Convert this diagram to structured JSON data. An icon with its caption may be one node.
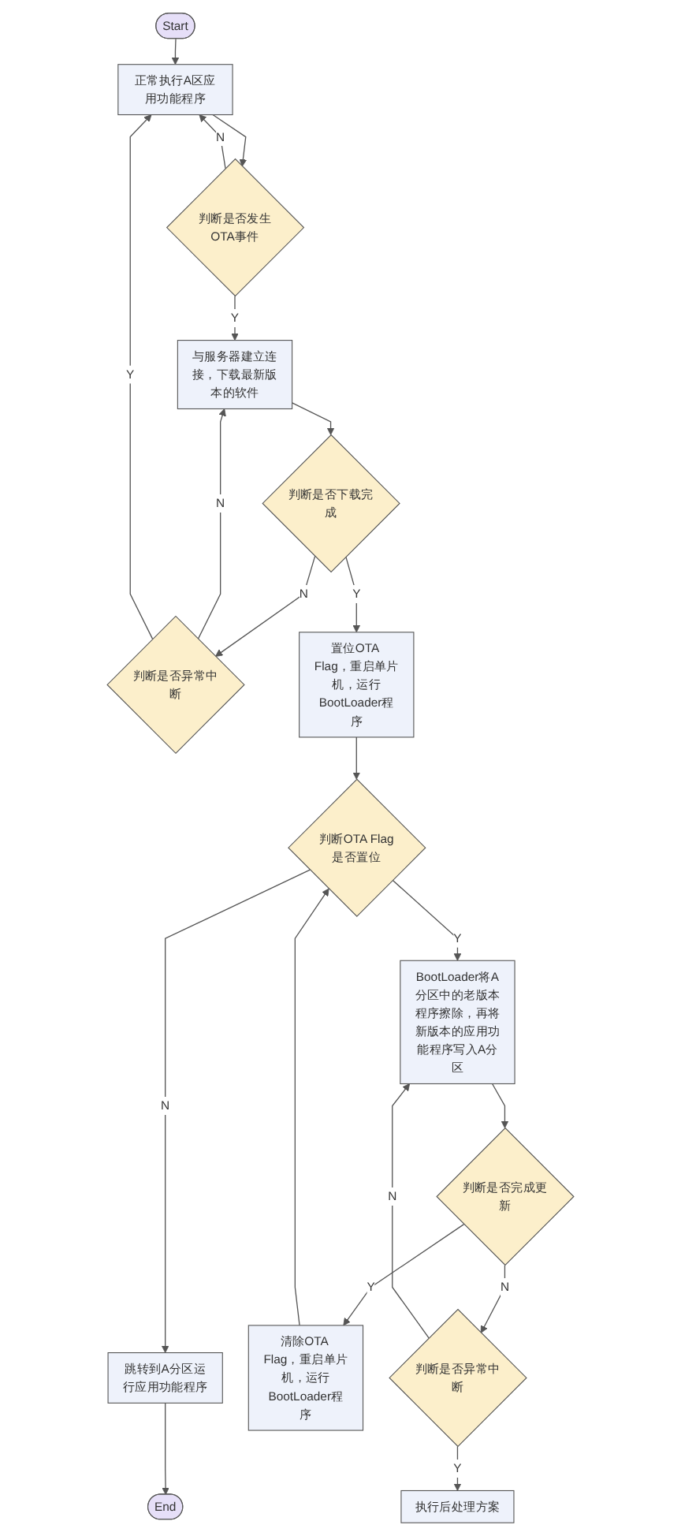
{
  "diagram": {
    "nodes": [
      {
        "text": [
          "Start"
        ]
      },
      {
        "text": [
          "正常执行A区应用功能程序"
        ]
      },
      {
        "text": [
          "判断是否发生OTA事件"
        ]
      },
      {
        "text": [
          "与服务器建立连接，下载最新版本的软件"
        ]
      },
      {
        "text": [
          "判断是否下载完成"
        ]
      },
      {
        "text": [
          "判断是否异常中断"
        ]
      },
      {
        "text": [
          "置位OTA Flag，重启单片机，运行BootLoader程序"
        ]
      },
      {
        "text": [
          "判断OTA Flag是否置位"
        ]
      },
      {
        "text": [
          "BootLoader将A分区中的老版本程序擦除，再将新版本的应用功能程序写入A分区"
        ]
      },
      {
        "text": [
          "判断是否完成更新"
        ]
      },
      {
        "text": [
          "判断是否异常中断"
        ]
      },
      {
        "text": [
          "清除OTA Flag，重启单片机，运行BootLoader程序"
        ]
      },
      {
        "text": [
          "执行后处理方案"
        ]
      },
      {
        "text": [
          "跳转到A分区运行应用功能程序"
        ]
      },
      {
        "text": [
          "End"
        ]
      }
    ],
    "edges": [
      {
        "from": 0,
        "to": 1,
        "arrow": "to"
      },
      {
        "from": 1,
        "to": 2,
        "arrow": "to"
      },
      {
        "from": 2,
        "to": 1,
        "arrow": "to",
        "label": "N"
      },
      {
        "from": 2,
        "to": 3,
        "arrow": "to",
        "label": "Y"
      },
      {
        "from": 3,
        "to": 4,
        "arrow": "to"
      },
      {
        "from": 4,
        "to": 5,
        "arrow": "to",
        "label": "N"
      },
      {
        "from": 5,
        "to": 3,
        "arrow": "to",
        "label": "N"
      },
      {
        "from": 5,
        "to": 1,
        "arrow": "to",
        "label": "Y"
      },
      {
        "from": 4,
        "to": 6,
        "arrow": "to",
        "label": "Y"
      },
      {
        "from": 6,
        "to": 7,
        "arrow": "to"
      },
      {
        "from": 7,
        "to": 13,
        "arrow": "to",
        "label": "N"
      },
      {
        "from": 7,
        "to": 8,
        "arrow": "to",
        "label": "Y"
      },
      {
        "from": 8,
        "to": 9,
        "arrow": "to"
      },
      {
        "from": 9,
        "to": 10,
        "arrow": "to",
        "label": "N"
      },
      {
        "from": 10,
        "to": 8,
        "arrow": "to",
        "label": "N"
      },
      {
        "from": 9,
        "to": 11,
        "arrow": "to",
        "label": "Y"
      },
      {
        "from": 10,
        "to": 12,
        "arrow": "to",
        "label": "Y"
      },
      {
        "from": 11,
        "to": 7,
        "arrow": "to"
      },
      {
        "from": 13,
        "to": 14,
        "arrow": "to"
      }
    ]
  }
}
